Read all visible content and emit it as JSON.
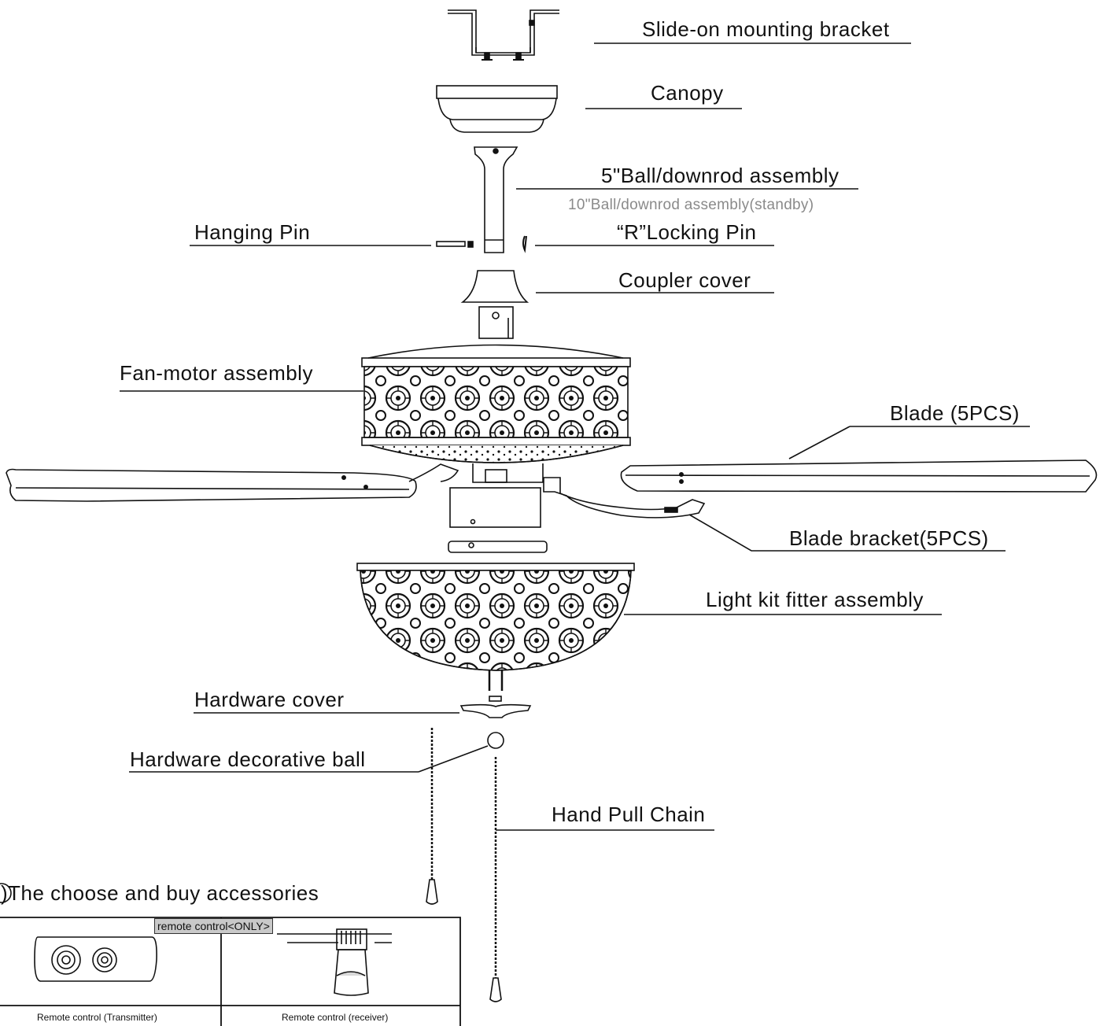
{
  "labels": {
    "bracket": "Slide-on mounting bracket",
    "canopy": "Canopy",
    "downrod": "5\"Ball/downrod assembly",
    "downrod_alt": "10\"Ball/downrod assembly(standby)",
    "hanging_pin": "Hanging Pin",
    "locking_pin": "“R”Locking Pin",
    "coupler": "Coupler cover",
    "motor": "Fan-motor assembly",
    "blade": "Blade (5PCS)",
    "blade_bracket": "Blade bracket(5PCS)",
    "light_kit": "Light kit fitter assembly",
    "hw_cover": "Hardware cover",
    "hw_ball": "Hardware decorative ball",
    "pull_chain": "Hand Pull Chain"
  },
  "accessories": {
    "heading": ")The choose and buy accessories",
    "tag": "remote control<ONLY>",
    "transmitter": "Remote control (Transmitter)",
    "receiver": "Remote control (receiver)"
  }
}
